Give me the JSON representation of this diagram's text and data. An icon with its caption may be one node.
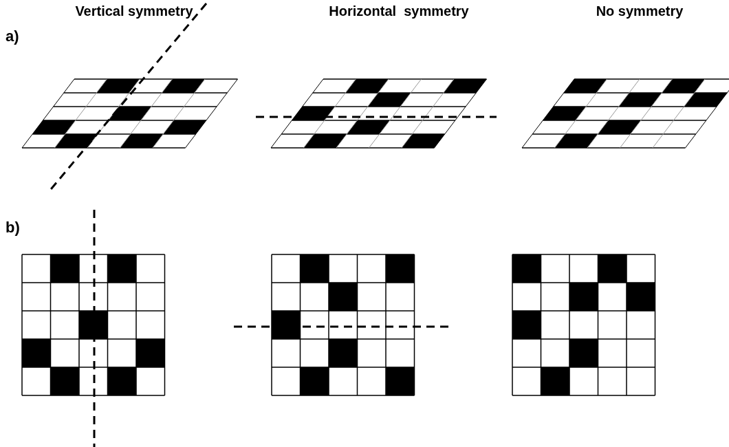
{
  "diagram": {
    "labels": [
      "Vertical symmetry",
      "Horizontal  symmetry",
      "No symmetry",
      "a)",
      "b)"
    ]
  }
}
